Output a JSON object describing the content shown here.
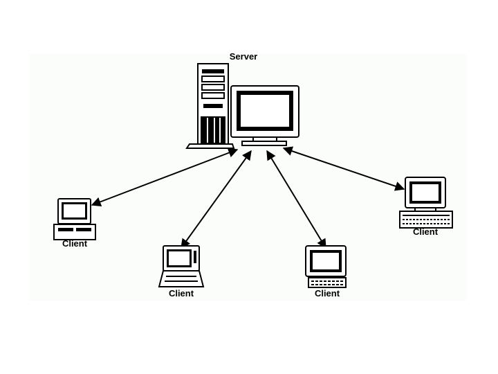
{
  "colors": {
    "panel": "#fbfdfa",
    "ink": "#000000",
    "screen": "#ffffff"
  },
  "nodes": {
    "server": {
      "label": "Server",
      "icon": "server-tower-with-monitor-icon"
    },
    "clients": [
      {
        "label": "Client",
        "icon": "desktop-computer-icon"
      },
      {
        "label": "Client",
        "icon": "laptop-computer-icon"
      },
      {
        "label": "Client",
        "icon": "monitor-keyboard-icon"
      },
      {
        "label": "Client",
        "icon": "desktop-computer-icon"
      }
    ]
  },
  "links": [
    {
      "from": "server",
      "to": "client-1",
      "type": "bidirectional-arrow"
    },
    {
      "from": "server",
      "to": "client-2",
      "type": "bidirectional-arrow"
    },
    {
      "from": "server",
      "to": "client-3",
      "type": "bidirectional-arrow"
    },
    {
      "from": "server",
      "to": "client-4",
      "type": "bidirectional-arrow"
    }
  ]
}
